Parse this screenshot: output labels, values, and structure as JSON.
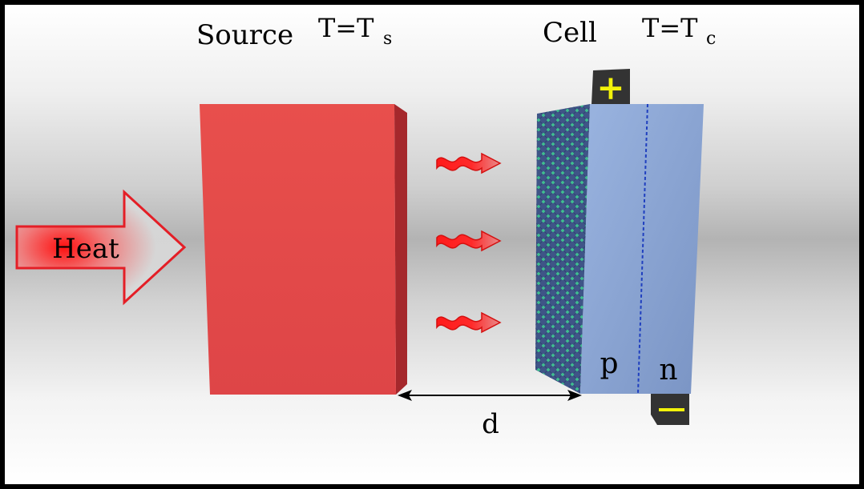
{
  "source": {
    "label": "Source",
    "temp_main": "T=T",
    "temp_sub": "s"
  },
  "cell": {
    "label": "Cell",
    "temp_main": "T=T",
    "temp_sub": "c",
    "p_label": "p",
    "n_label": "n"
  },
  "heat_label": "Heat",
  "terminals": {
    "positive": "+",
    "negative": "−"
  },
  "distance_label": "d",
  "colors": {
    "source_front": "#e14b4b",
    "source_side": "#a5282c",
    "cell_front": "#8aa4d4",
    "cell_side": "#3f5587",
    "lattice_node": "#3fbf8f",
    "terminal_body": "#333333",
    "terminal_sign": "#f2f20a",
    "heat_arrow_outline": "#e41e26"
  }
}
